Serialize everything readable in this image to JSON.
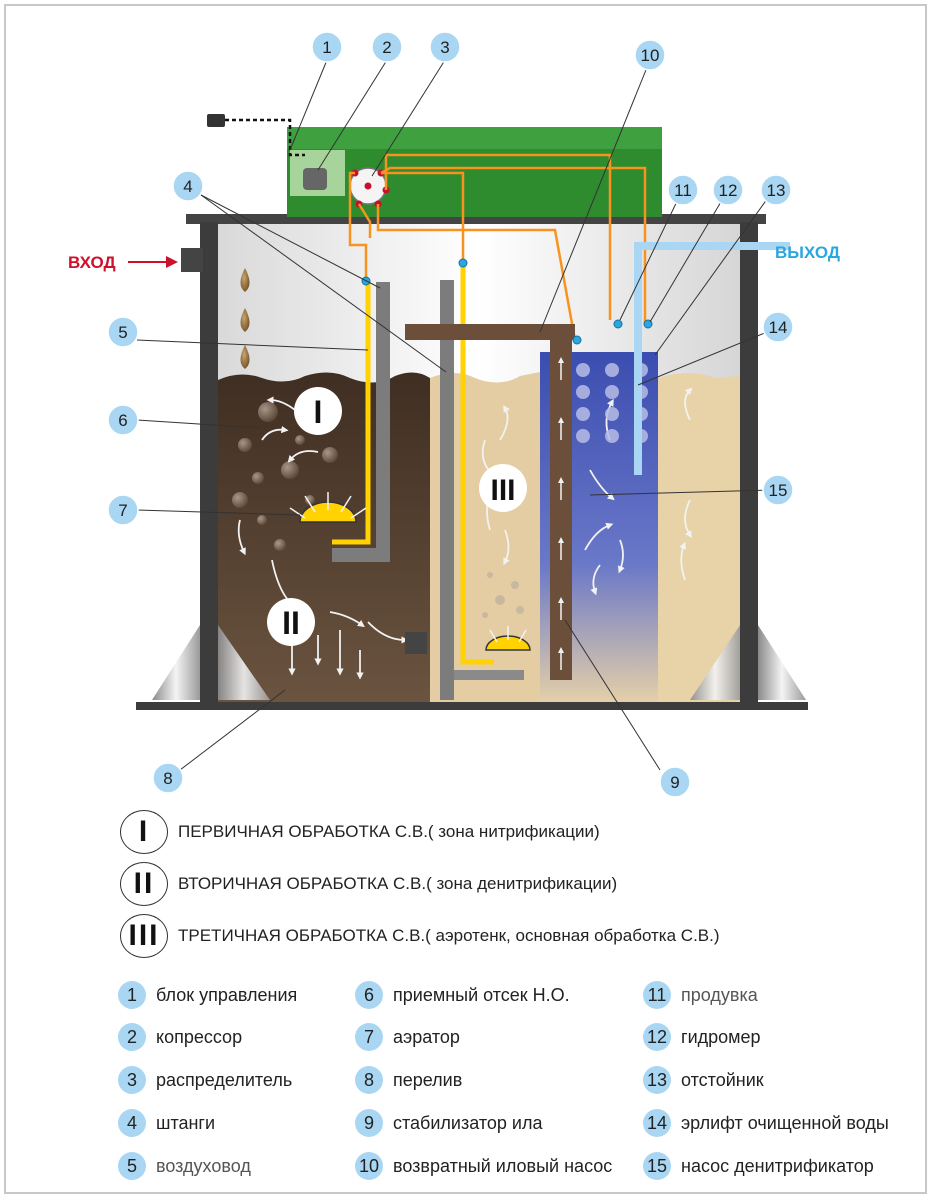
{
  "colors": {
    "badge": "#a9d6f2",
    "control_box": "#2e8b2e",
    "air_line": "#f7931e",
    "airlift": "#ffd200",
    "inlet_label": "#d0102b",
    "outlet_label": "#2aa7e0",
    "sludge": "#5a4332",
    "settler": "#4a5bb8",
    "clean_zone": "#e6cfa6"
  },
  "labels": {
    "inlet": "ВХОД",
    "outlet": "ВЫХОД",
    "zone_1": "I",
    "zone_2": "II",
    "zone_3": "III"
  },
  "callouts": [
    "1",
    "2",
    "3",
    "4",
    "5",
    "6",
    "7",
    "8",
    "9",
    "10",
    "11",
    "12",
    "13",
    "14",
    "15"
  ],
  "zone_legend": [
    {
      "numeral": "I",
      "text": "ПЕРВИЧНАЯ ОБРАБОТКА С.В.( зона нитрификации)"
    },
    {
      "numeral": "II",
      "text": "ВТОРИЧНАЯ ОБРАБОТКА С.В.( зона денитрификации)"
    },
    {
      "numeral": "III",
      "text": "ТРЕТИЧНАЯ ОБРАБОТКА С.В.( аэротенк, основная обработка С.В.)"
    }
  ],
  "component_legend": [
    {
      "num": "1",
      "text": "блок управления"
    },
    {
      "num": "2",
      "text": "копрессор"
    },
    {
      "num": "3",
      "text": "распределитель"
    },
    {
      "num": "4",
      "text": "штанги"
    },
    {
      "num": "5",
      "text": "воздуховод"
    },
    {
      "num": "6",
      "text": "приемный отсек Н.О."
    },
    {
      "num": "7",
      "text": "аэратор"
    },
    {
      "num": "8",
      "text": "перелив"
    },
    {
      "num": "9",
      "text": "стабилизатор ила"
    },
    {
      "num": "10",
      "text": "возвратный иловый насос"
    },
    {
      "num": "11",
      "text": "продувка"
    },
    {
      "num": "12",
      "text": "гидромер"
    },
    {
      "num": "13",
      "text": "отстойник"
    },
    {
      "num": "14",
      "text": "эрлифт очищенной воды"
    },
    {
      "num": "15",
      "text": "насос денитрификатор"
    }
  ]
}
